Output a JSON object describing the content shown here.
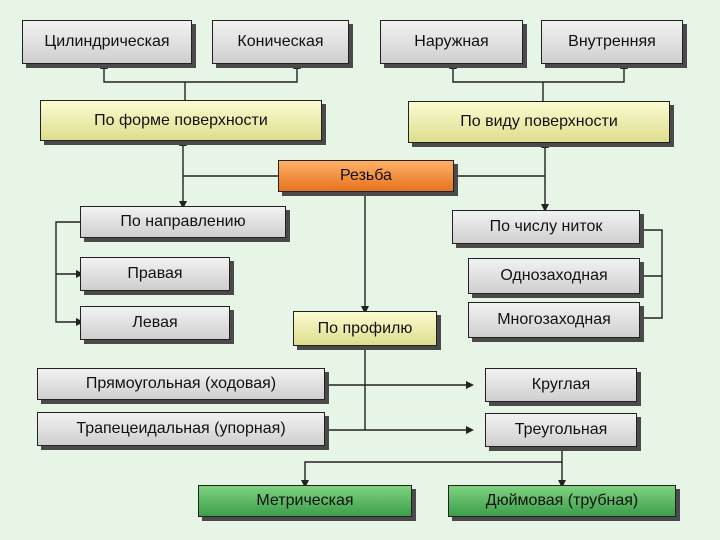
{
  "root": {
    "label": "Резьба",
    "color": "#f08a2a"
  },
  "groups": {
    "surface_form": {
      "label": "По форме поверхности",
      "items": [
        "Цилиндрическая",
        "Коническая"
      ]
    },
    "surface_kind": {
      "label": "По виду поверхности",
      "items": [
        "Наружная",
        "Внутренняя"
      ]
    },
    "direction": {
      "label": "По направлению",
      "items": [
        "Правая",
        "Левая"
      ]
    },
    "thread_count": {
      "label": "По числу ниток",
      "items": [
        "Однозаходная",
        "Многозаходная"
      ]
    },
    "profile": {
      "label": "По профилю",
      "items": [
        "Прямоугольная (ходовая)",
        "Трапецеидальная (упорная)",
        "Круглая",
        "Треугольная"
      ],
      "sub_items": [
        "Метрическая",
        "Дюймовая (трубная)"
      ]
    }
  },
  "colors": {
    "background": "#e6f5e6",
    "leaf": "#dcdcdc",
    "category": "#eeeeb0",
    "root": "#f08a2a",
    "subtype": "#5cb85c"
  }
}
